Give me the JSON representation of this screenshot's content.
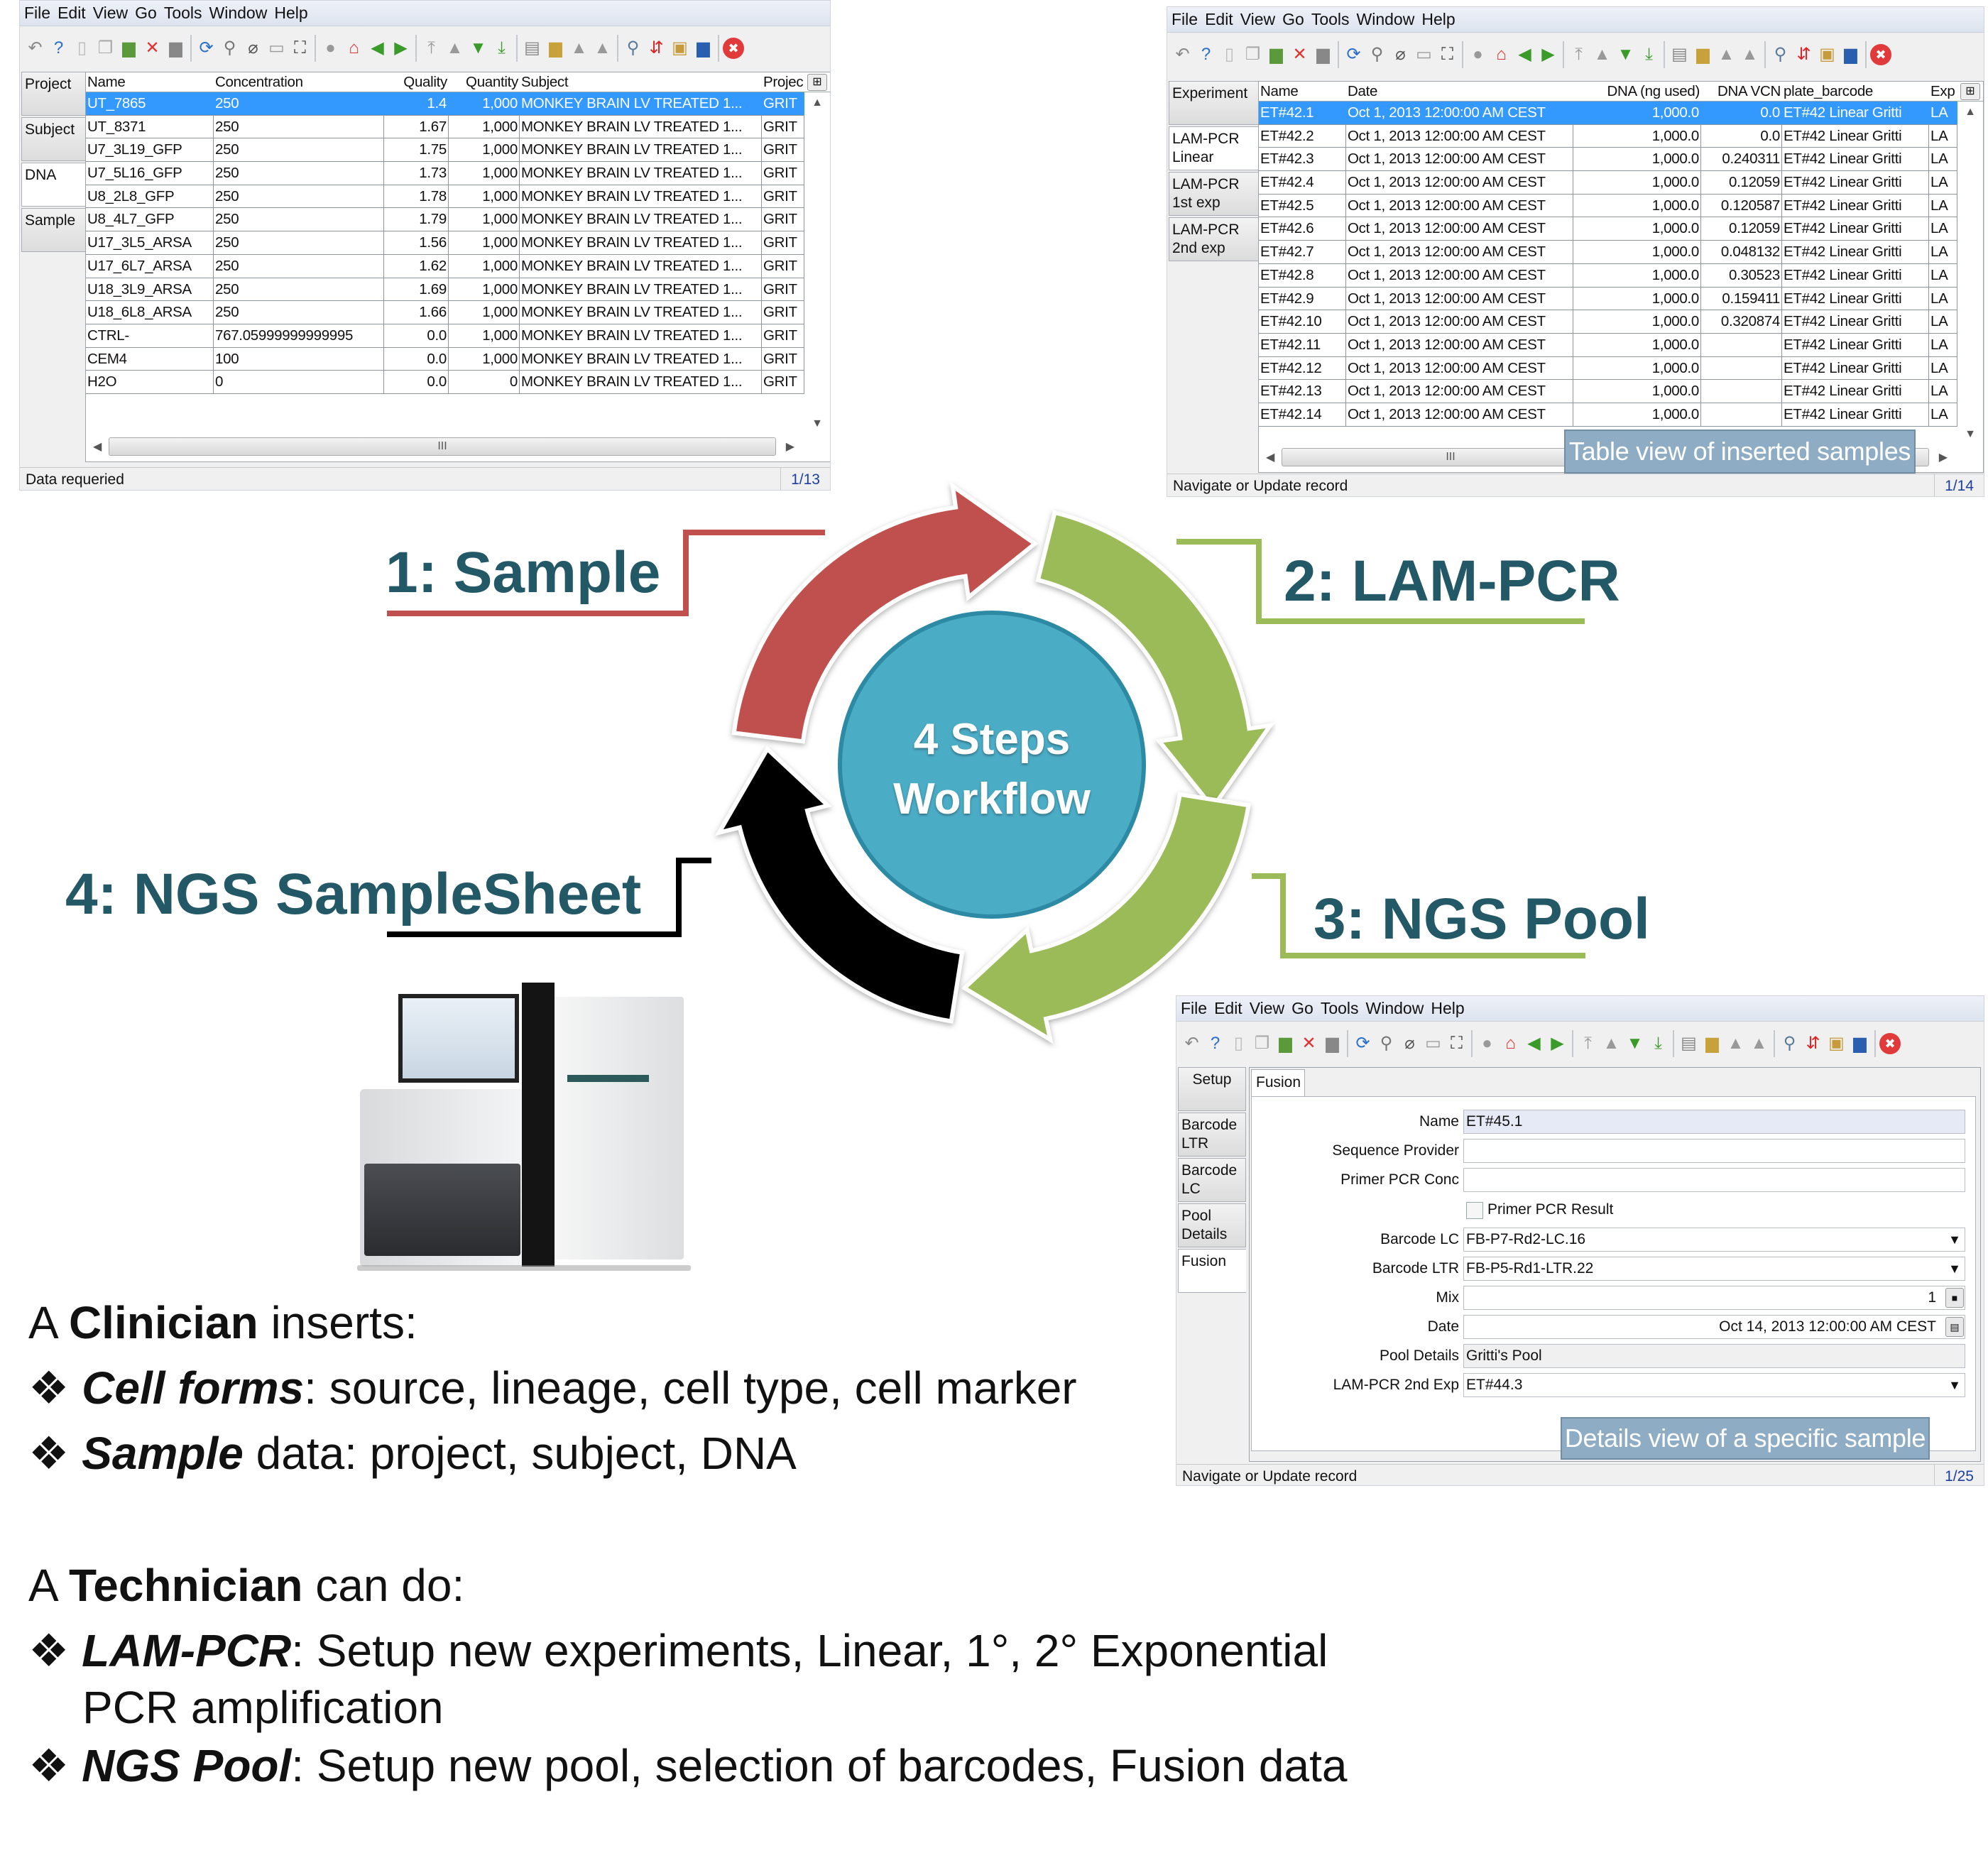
{
  "menu": [
    "File",
    "Edit",
    "View",
    "Go",
    "Tools",
    "Window",
    "Help"
  ],
  "toolbar_icons": [
    "undo",
    "help",
    "new",
    "copy",
    "delete-green",
    "delete",
    "save",
    "|",
    "refresh",
    "find",
    "attach",
    "comment",
    "fullscreen",
    "|",
    "circle",
    "home",
    "back",
    "forward",
    "|",
    "first",
    "up",
    "down",
    "last",
    "|",
    "report",
    "archive",
    "print",
    "print-alt",
    "|",
    "zoom",
    "workflow",
    "export",
    "window",
    "|",
    "close"
  ],
  "sample_window": {
    "tabs": [
      "Project",
      "Subject",
      "DNA",
      "Sample"
    ],
    "active_tab": 2,
    "columns": [
      "Name",
      "Concentration",
      "Quality",
      "Quantity",
      "Subject",
      "Projec"
    ],
    "rows": [
      [
        "UT_7865",
        "250",
        "1.4",
        "1,000",
        "MONKEY BRAIN LV TREATED 1...",
        "GRIT"
      ],
      [
        "UT_8371",
        "250",
        "1.67",
        "1,000",
        "MONKEY BRAIN LV TREATED 1...",
        "GRIT"
      ],
      [
        "U7_3L19_GFP",
        "250",
        "1.75",
        "1,000",
        "MONKEY BRAIN LV TREATED 1...",
        "GRIT"
      ],
      [
        "U7_5L16_GFP",
        "250",
        "1.73",
        "1,000",
        "MONKEY BRAIN LV TREATED 1...",
        "GRIT"
      ],
      [
        "U8_2L8_GFP",
        "250",
        "1.78",
        "1,000",
        "MONKEY BRAIN LV TREATED 1...",
        "GRIT"
      ],
      [
        "U8_4L7_GFP",
        "250",
        "1.79",
        "1,000",
        "MONKEY BRAIN LV TREATED 1...",
        "GRIT"
      ],
      [
        "U17_3L5_ARSA",
        "250",
        "1.56",
        "1,000",
        "MONKEY BRAIN LV TREATED 1...",
        "GRIT"
      ],
      [
        "U17_6L7_ARSA",
        "250",
        "1.62",
        "1,000",
        "MONKEY BRAIN LV TREATED 1...",
        "GRIT"
      ],
      [
        "U18_3L9_ARSA",
        "250",
        "1.69",
        "1,000",
        "MONKEY BRAIN LV TREATED 1...",
        "GRIT"
      ],
      [
        "U18_6L8_ARSA",
        "250",
        "1.66",
        "1,000",
        "MONKEY BRAIN LV TREATED 1...",
        "GRIT"
      ],
      [
        "CTRL-",
        "767.05999999999995",
        "0.0",
        "1,000",
        "MONKEY BRAIN LV TREATED 1...",
        "GRIT"
      ],
      [
        "CEM4",
        "100",
        "0.0",
        "1,000",
        "MONKEY BRAIN LV TREATED 1...",
        "GRIT"
      ],
      [
        "H2O",
        "0",
        "0.0",
        "0",
        "MONKEY BRAIN LV TREATED 1...",
        "GRIT"
      ]
    ],
    "selected_row": 0,
    "status": "Data requeried",
    "record": "1/13"
  },
  "lampcr_window": {
    "tabs": [
      "Experiment",
      "LAM-PCR Linear",
      "LAM-PCR 1st exp",
      "LAM-PCR 2nd exp"
    ],
    "active_tab": 1,
    "columns": [
      "Name",
      "Date",
      "DNA (ng used)",
      "DNA VCN",
      "plate_barcode",
      "Exp"
    ],
    "rows": [
      [
        "ET#42.1",
        "Oct 1, 2013 12:00:00 AM CEST",
        "1,000.0",
        "0.0",
        "ET#42 Linear Gritti",
        "LA"
      ],
      [
        "ET#42.2",
        "Oct 1, 2013 12:00:00 AM CEST",
        "1,000.0",
        "0.0",
        "ET#42 Linear Gritti",
        "LA"
      ],
      [
        "ET#42.3",
        "Oct 1, 2013 12:00:00 AM CEST",
        "1,000.0",
        "0.240311",
        "ET#42 Linear Gritti",
        "LA"
      ],
      [
        "ET#42.4",
        "Oct 1, 2013 12:00:00 AM CEST",
        "1,000.0",
        "0.12059",
        "ET#42 Linear Gritti",
        "LA"
      ],
      [
        "ET#42.5",
        "Oct 1, 2013 12:00:00 AM CEST",
        "1,000.0",
        "0.120587",
        "ET#42 Linear Gritti",
        "LA"
      ],
      [
        "ET#42.6",
        "Oct 1, 2013 12:00:00 AM CEST",
        "1,000.0",
        "0.12059",
        "ET#42 Linear Gritti",
        "LA"
      ],
      [
        "ET#42.7",
        "Oct 1, 2013 12:00:00 AM CEST",
        "1,000.0",
        "0.048132",
        "ET#42 Linear Gritti",
        "LA"
      ],
      [
        "ET#42.8",
        "Oct 1, 2013 12:00:00 AM CEST",
        "1,000.0",
        "0.30523",
        "ET#42 Linear Gritti",
        "LA"
      ],
      [
        "ET#42.9",
        "Oct 1, 2013 12:00:00 AM CEST",
        "1,000.0",
        "0.159411",
        "ET#42 Linear Gritti",
        "LA"
      ],
      [
        "ET#42.10",
        "Oct 1, 2013 12:00:00 AM CEST",
        "1,000.0",
        "0.320874",
        "ET#42 Linear Gritti",
        "LA"
      ],
      [
        "ET#42.11",
        "Oct 1, 2013 12:00:00 AM CEST",
        "1,000.0",
        "",
        "ET#42 Linear Gritti",
        "LA"
      ],
      [
        "ET#42.12",
        "Oct 1, 2013 12:00:00 AM CEST",
        "1,000.0",
        "",
        "ET#42 Linear Gritti",
        "LA"
      ],
      [
        "ET#42.13",
        "Oct 1, 2013 12:00:00 AM CEST",
        "1,000.0",
        "",
        "ET#42 Linear Gritti",
        "LA"
      ],
      [
        "ET#42.14",
        "Oct 1, 2013 12:00:00 AM CEST",
        "1,000.0",
        "",
        "ET#42 Linear Gritti",
        "LA"
      ]
    ],
    "selected_row": 0,
    "callout": "Table view of inserted samples",
    "status": "Navigate or Update record",
    "record": "1/14"
  },
  "pool_window": {
    "tabs": [
      "Setup",
      "Barcode LTR",
      "Barcode LC",
      "Pool Details",
      "Fusion"
    ],
    "active_tab": 4,
    "inner_tab": "Fusion",
    "fields": {
      "name": {
        "label": "Name",
        "value": "ET#45.1"
      },
      "sequence_provider": {
        "label": "Sequence Provider",
        "value": ""
      },
      "primer_pcr_conc": {
        "label": "Primer PCR Conc",
        "value": ""
      },
      "primer_pcr_result": {
        "label": "Primer PCR Result",
        "checked": false
      },
      "barcode_lc": {
        "label": "Barcode LC",
        "value": "FB-P7-Rd2-LC.16"
      },
      "barcode_ltr": {
        "label": "Barcode LTR",
        "value": "FB-P5-Rd1-LTR.22"
      },
      "mix": {
        "label": "Mix",
        "value": "1"
      },
      "date": {
        "label": "Date",
        "value": "Oct 14, 2013 12:00:00 AM CEST"
      },
      "pool_details": {
        "label": "Pool Details",
        "value": "Gritti's Pool"
      },
      "lampcr_2nd_exp": {
        "label": "LAM-PCR 2nd Exp",
        "value": "ET#44.3"
      }
    },
    "callout": "Details view of a specific sample",
    "status": "Navigate or Update record",
    "record": "1/25"
  },
  "workflow": {
    "center_line1": "4 Steps",
    "center_line2": "Workflow",
    "step1": "1: Sample",
    "step2": "2: LAM-PCR",
    "step3": "3: NGS Pool",
    "step4": "4: NGS SampleSheet",
    "colors": {
      "sample": "#c0504d",
      "lampcr": "#9bbb59",
      "pool": "#9bbb59",
      "samplesheet": "#000000",
      "center": "#4bacc6",
      "label": "#235866"
    }
  },
  "clinician": {
    "prefix": "A ",
    "role": "Clinician",
    "suffix": " inserts:",
    "bullets": [
      {
        "term": "Cell forms",
        "rest": ": source, lineage, cell type, cell marker"
      },
      {
        "term": "Sample",
        "rest": " data: project, subject, DNA"
      }
    ]
  },
  "technician": {
    "prefix": "A ",
    "role": "Technician",
    "suffix": " can do:",
    "bullets": [
      {
        "term": "LAM-PCR",
        "rest": ": Setup new experiments, Linear, 1°, 2° Exponential",
        "cont": "PCR amplification"
      },
      {
        "term": "NGS Pool",
        "rest": ": Setup new pool, selection of barcodes, Fusion data"
      }
    ]
  },
  "bullet_glyph": "❖"
}
